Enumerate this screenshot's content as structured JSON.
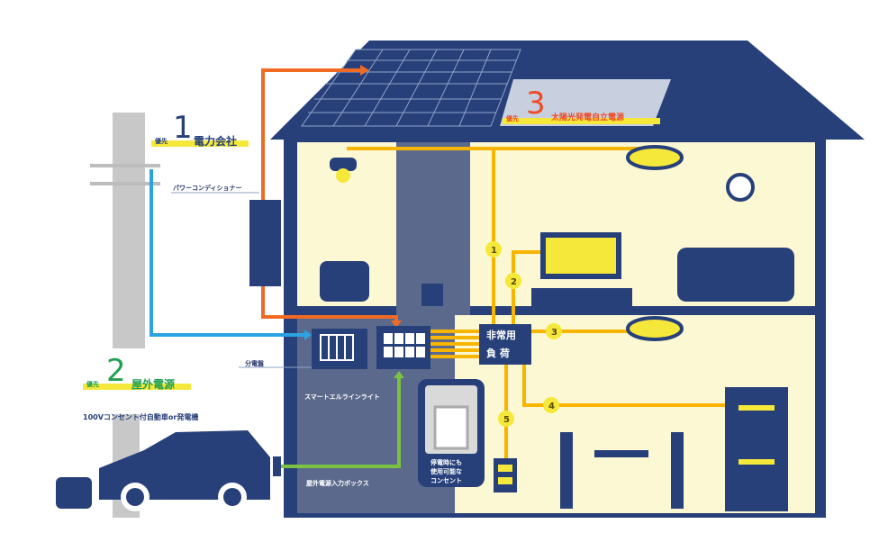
{
  "sources": [
    {
      "priority_label": "優先",
      "number": "1",
      "name": "電力会社"
    },
    {
      "priority_label": "優先",
      "number": "2",
      "name": "屋外電源"
    },
    {
      "priority_label": "優先",
      "number": "3",
      "name": "太陽光発電自立電源"
    }
  ],
  "labels": {
    "power_conditioner": "パワーコンディショナー",
    "distribution_board": "分電盤",
    "smart_line": "スマートエルラインライト",
    "outdoor_box": "屋外電源入力ボックス",
    "car_generator": "100Vコンセント付自動車or発電機",
    "emergency_load_line1": "非常用",
    "emergency_load_line2": "負 荷",
    "outlet_note_line1": "停電時にも",
    "outlet_note_line2": "使用可能な",
    "outlet_note_line3": "コンセント"
  },
  "circuits": [
    "1",
    "2",
    "3",
    "4",
    "5"
  ],
  "colors": {
    "navy": "#27407a",
    "cream": "#fdf8d4",
    "yellow": "#f7b500",
    "orange": "#f06a24",
    "blue": "#2aa3e0",
    "green": "#7cc242"
  }
}
